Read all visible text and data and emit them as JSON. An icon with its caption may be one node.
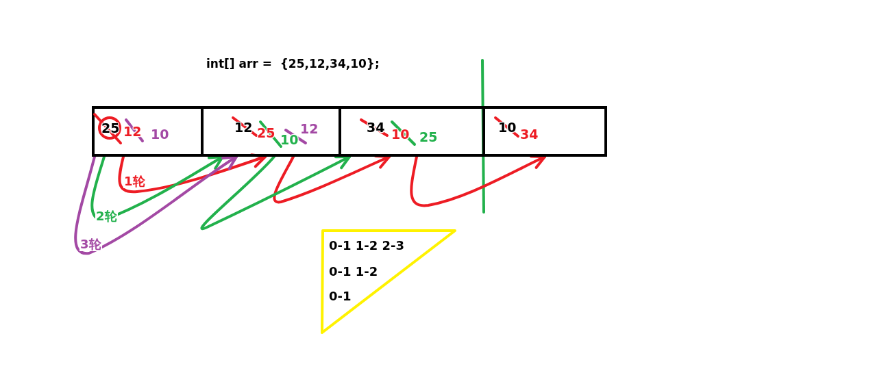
{
  "diagram": {
    "title": "int[] arr =  {25,12,34,10};",
    "nodes": [
      {
        "text": [
          "25",
          "12",
          "10"
        ]
      },
      {
        "text": [
          "12",
          "25",
          "10",
          "12"
        ]
      },
      {
        "text": [
          "34",
          "10",
          "25"
        ]
      },
      {
        "text": [
          "10",
          "34"
        ]
      },
      {
        "text": [
          "0-1 1-2 2-3",
          "0-1 1-2",
          "0-1"
        ]
      }
    ],
    "edges": [
      {
        "from": 0,
        "to": 1,
        "arrow": "to",
        "label": "1轮",
        "color": "#ed1c24"
      },
      {
        "from": 0,
        "to": 1,
        "arrow": "to",
        "label": "2轮",
        "color": "#22b14c"
      },
      {
        "from": 0,
        "to": 1,
        "arrow": "to",
        "label": "3轮",
        "color": "#a349a4"
      },
      {
        "from": 1,
        "to": 2,
        "arrow": "to",
        "color": "#ed1c24"
      },
      {
        "from": 1,
        "to": 2,
        "arrow": "to",
        "color": "#22b14c"
      },
      {
        "from": 2,
        "to": 3,
        "arrow": "to",
        "color": "#ed1c24"
      }
    ]
  }
}
